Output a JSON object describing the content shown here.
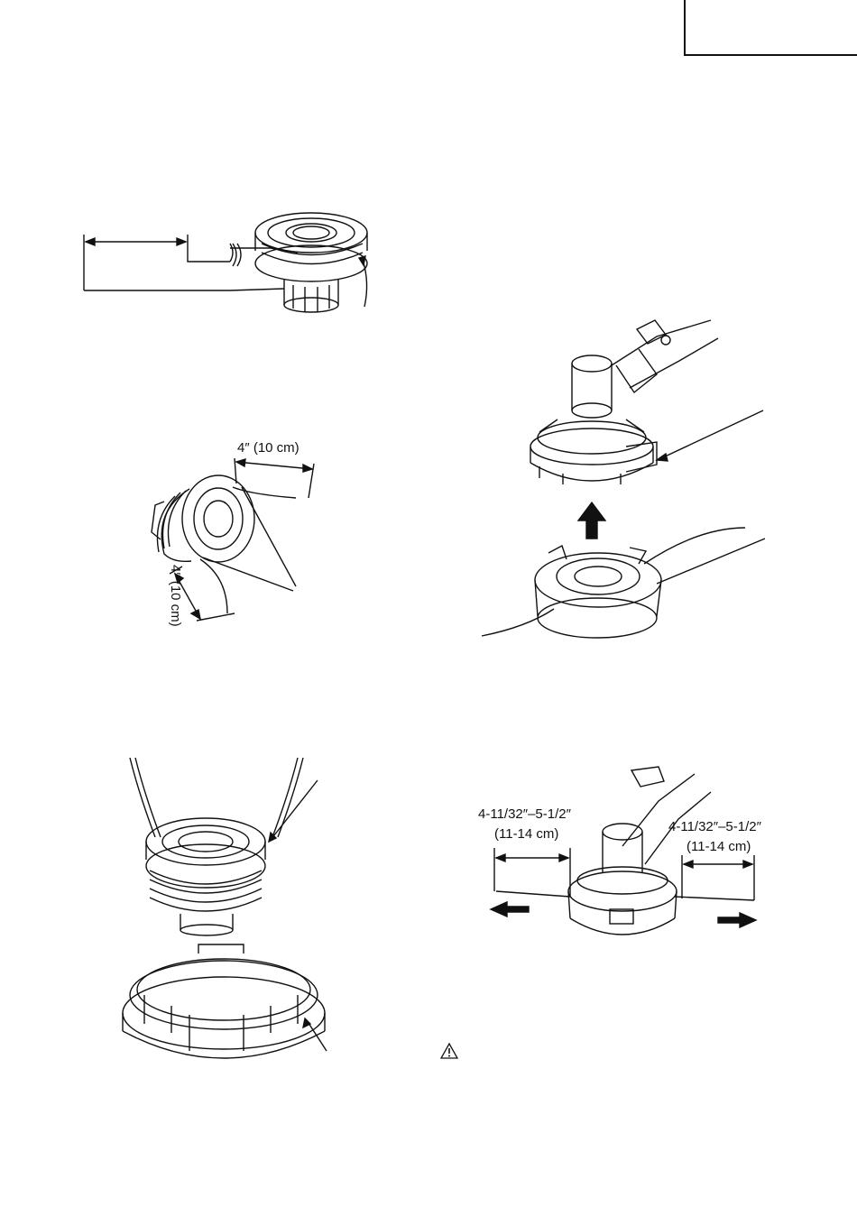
{
  "page": {
    "language_box": ""
  },
  "figures": {
    "spool_wind": {},
    "spool_ends": {
      "measure_top": "4″ (10 cm)",
      "measure_side": "4″ (10 cm)"
    },
    "spool_case": {},
    "head_lift": {},
    "head_lines": {
      "measure_left_line1": "4-11/32″–5-1/2″",
      "measure_left_line2": "(11-14 cm)",
      "measure_right_line1": "4-11/32″–5-1/2″",
      "measure_right_line2": "(11-14 cm)"
    },
    "warning": {
      "icon": "warning-triangle-icon"
    }
  }
}
